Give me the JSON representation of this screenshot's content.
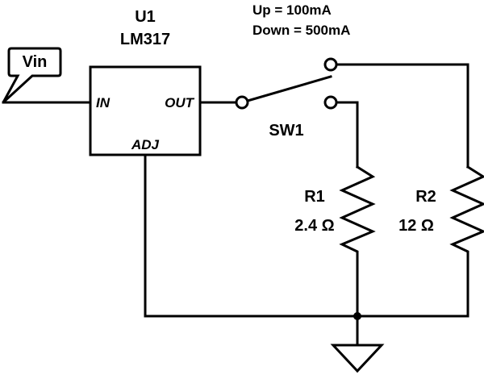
{
  "diagram": {
    "input_port": {
      "label": "Vin"
    },
    "regulator": {
      "designator": "U1",
      "part": "LM317",
      "pins": {
        "in": "IN",
        "out": "OUT",
        "adj": "ADJ"
      }
    },
    "switch": {
      "designator": "SW1",
      "note_up": "Up = 100mA",
      "note_down": "Down = 500mA"
    },
    "resistors": [
      {
        "designator": "R1",
        "value": "2.4 Ω"
      },
      {
        "designator": "R2",
        "value": "12 Ω"
      }
    ],
    "ground": {
      "symbol": "ground-icon"
    }
  }
}
